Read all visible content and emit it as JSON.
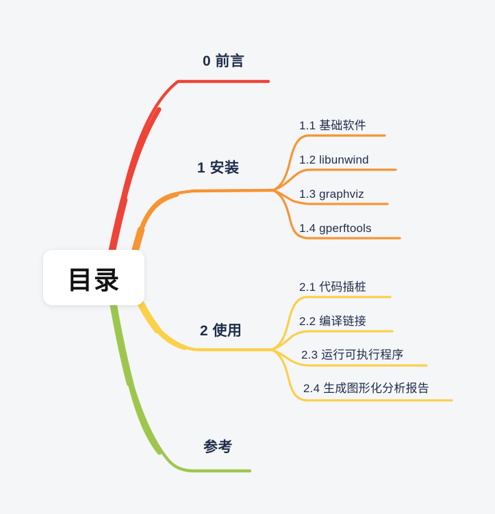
{
  "root": {
    "label": "目录"
  },
  "branches": [
    {
      "id": "preface",
      "label": "0 前言",
      "color": "#ee4438",
      "children": []
    },
    {
      "id": "install",
      "label": "1 安装",
      "color": "#f79433",
      "children": [
        {
          "label": "1.1 基础软件"
        },
        {
          "label": "1.2 libunwind"
        },
        {
          "label": "1.3 graphviz"
        },
        {
          "label": "1.4 gperftools"
        }
      ]
    },
    {
      "id": "usage",
      "label": "2 使用",
      "color": "#fbd04b",
      "children": [
        {
          "label": "2.1 代码插桩"
        },
        {
          "label": "2.2 编译链接"
        },
        {
          "label": "2.3 运行可执行程序"
        },
        {
          "label": "2.4 生成图形化分析报告"
        }
      ]
    },
    {
      "id": "reference",
      "label": "参考",
      "color": "#9ec64f",
      "children": []
    }
  ],
  "colors": {
    "background": "#f5f6f8",
    "text": "#1e2c4a",
    "root_text": "#111111",
    "node_bg": "#ffffff"
  }
}
